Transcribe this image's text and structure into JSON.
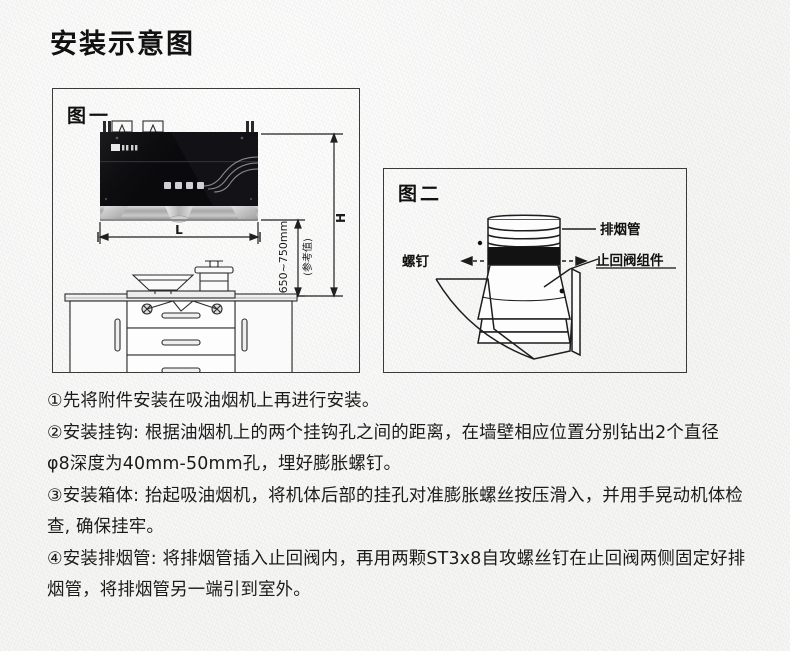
{
  "page": {
    "title": "安装示意图",
    "background_color": "#f6f6f5",
    "ink_color": "#1a1a1a"
  },
  "figure_one": {
    "caption": "图一",
    "labels": {
      "width": "L",
      "total_height": "H",
      "clearance": "650~750mm",
      "clearance_note": "(参考值)"
    },
    "parts": {
      "hood": "range-hood",
      "hood_brand_mark": "brand-logo",
      "cooktop": "gas-cooktop",
      "wok": "wok",
      "pot": "pot",
      "cabinet": "kitchen-cabinet"
    }
  },
  "figure_two": {
    "caption": "图二",
    "labels": {
      "exhaust_pipe": "排烟管",
      "check_valve_assembly": "止回阀组件",
      "screw": "螺钉"
    }
  },
  "steps": [
    "①先将附件安装在吸油烟机上再进行安装。",
    "②安装挂钩: 根据油烟机上的两个挂钩孔之间的距离，在墙壁相应位置分别钻出2个直径 φ8深度为40mm-50mm孔，埋好膨胀螺钉。",
    "③安装箱体: 抬起吸油烟机，将机体后部的挂孔对准膨胀螺丝按压滑入，并用手晃动机体检查, 确保挂牢。",
    "④安装排烟管: 将排烟管插入止回阀内，再用两颗ST3x8自攻螺丝钉在止回阀两侧固定好排烟管，将排烟管另一端引到室外。"
  ]
}
